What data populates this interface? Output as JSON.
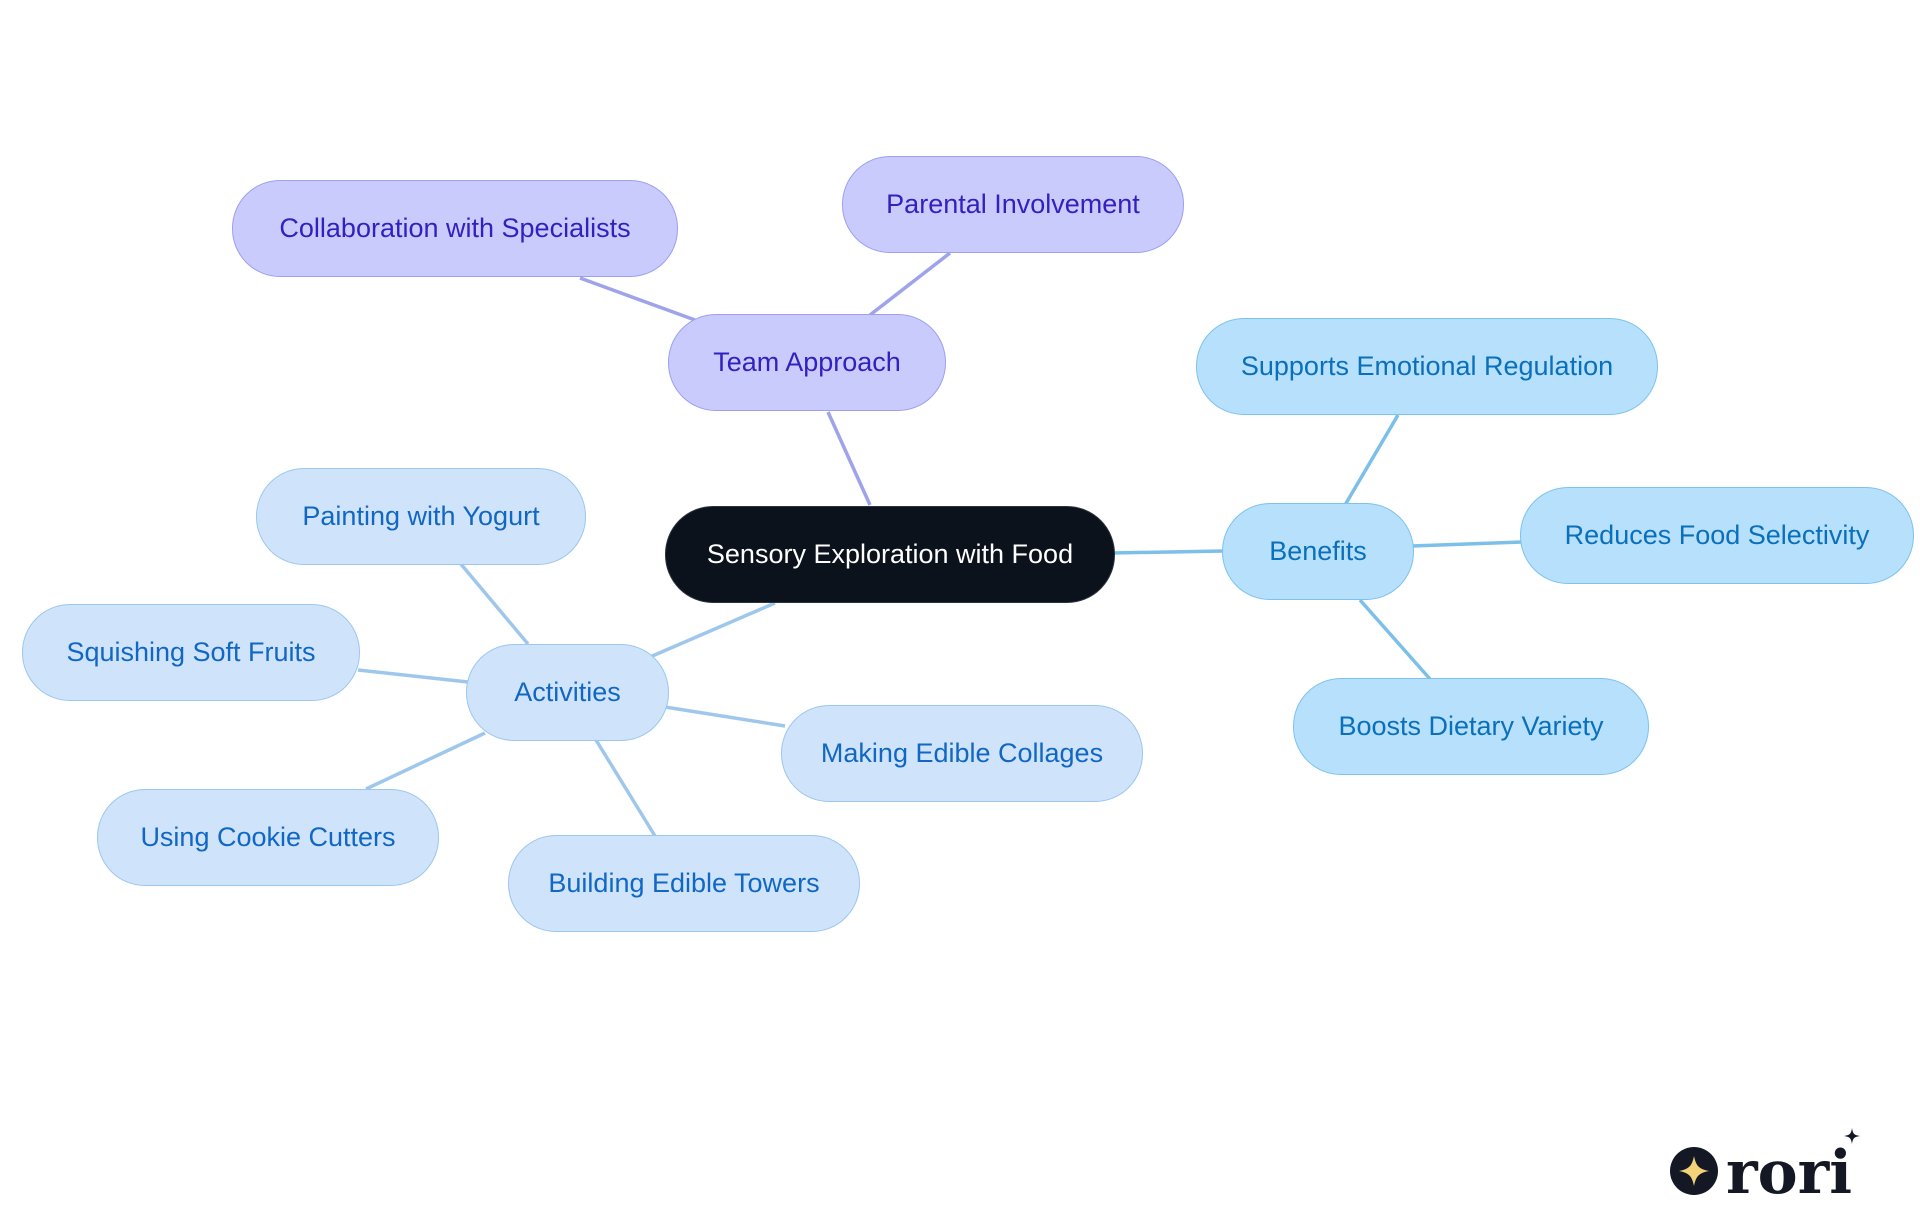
{
  "diagram": {
    "root": {
      "label": "Sensory Exploration with Food"
    },
    "team": {
      "label": "Team Approach",
      "children": [
        {
          "label": "Collaboration with Specialists"
        },
        {
          "label": "Parental Involvement"
        }
      ]
    },
    "activities": {
      "label": "Activities",
      "children": [
        {
          "label": "Painting with Yogurt"
        },
        {
          "label": "Squishing Soft Fruits"
        },
        {
          "label": "Using Cookie Cutters"
        },
        {
          "label": "Building Edible Towers"
        },
        {
          "label": "Making Edible Collages"
        }
      ]
    },
    "benefits": {
      "label": "Benefits",
      "children": [
        {
          "label": "Supports Emotional Regulation"
        },
        {
          "label": "Reduces Food Selectivity"
        },
        {
          "label": "Boosts Dietary Variety"
        }
      ]
    }
  },
  "logo": {
    "text": "rori",
    "icon": "sparkle-icon"
  },
  "colors": {
    "root_fill": "#0c121b",
    "team_fill": "#cacbfd",
    "team_text": "#3420c0",
    "activity_fill": "#cfe3fb",
    "activity_text": "#1167c4",
    "benefit_fill": "#b6e0fc",
    "benefit_text": "#0b70bb"
  }
}
